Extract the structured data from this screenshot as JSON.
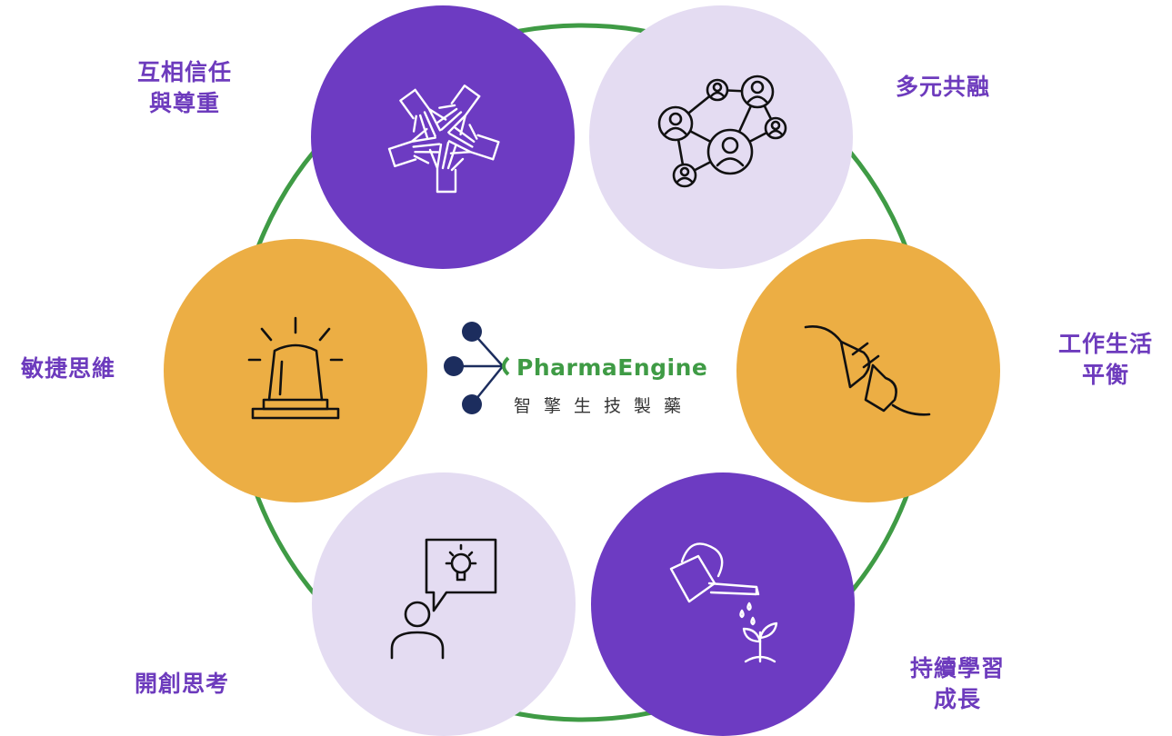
{
  "colors": {
    "ring": "#3f9b45",
    "purple": "#6d3bc2",
    "lavender": "#e4dcf2",
    "gold": "#ecae44",
    "label": "#6d3bbd"
  },
  "values": [
    {
      "id": "respect",
      "lines": [
        "互相信任",
        "與尊重"
      ],
      "icon": "hands-together-icon"
    },
    {
      "id": "diversity",
      "lines": [
        "多元共融"
      ],
      "icon": "people-network-icon"
    },
    {
      "id": "balance",
      "lines": [
        "工作生活",
        "平衡"
      ],
      "icon": "plug-icon"
    },
    {
      "id": "growth",
      "lines": [
        "持續學習",
        "成長"
      ],
      "icon": "watering-can-icon"
    },
    {
      "id": "innovation",
      "lines": [
        "開創思考"
      ],
      "icon": "idea-bubble-icon"
    },
    {
      "id": "agility",
      "lines": [
        "敏捷思維"
      ],
      "icon": "siren-icon"
    }
  ],
  "logo": {
    "name": "PharmaEngine",
    "subtitle": "智擎生技製藥",
    "icon": "molecule-logo-icon"
  }
}
